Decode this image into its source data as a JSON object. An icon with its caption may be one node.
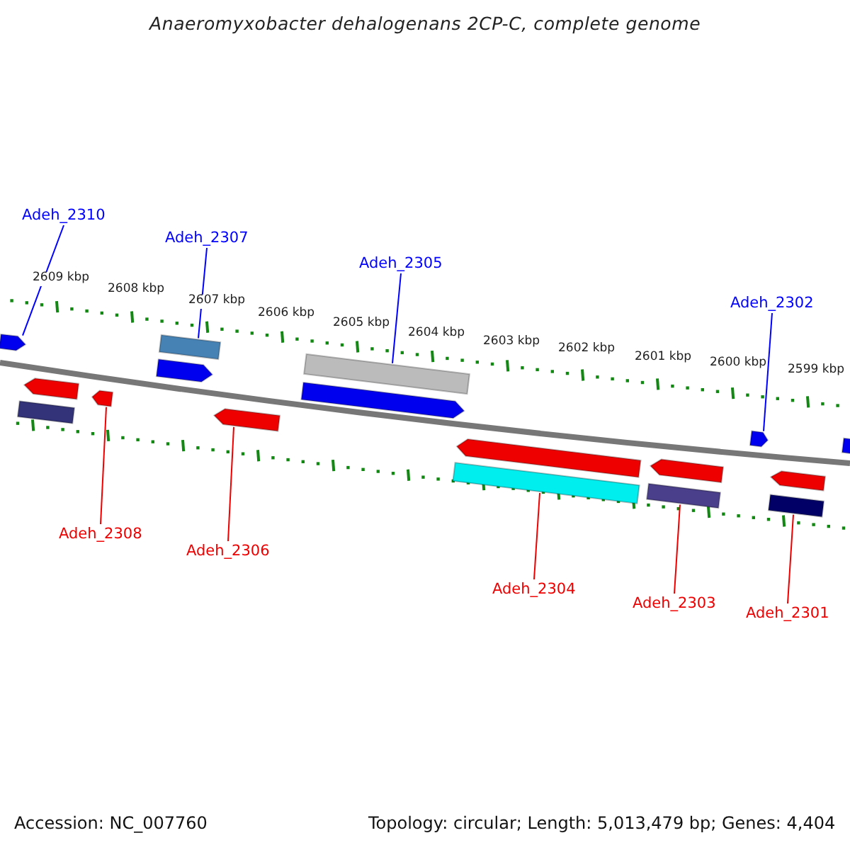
{
  "diagram": {
    "title": "Anaeromyxobacter dehalogenans 2CP-C, complete genome",
    "nodes": [
      {
        "text": [
          "Adeh_2310"
        ]
      },
      {
        "text": [
          "Adeh_2307"
        ]
      },
      {
        "text": [
          "Adeh_2305"
        ]
      },
      {
        "text": [
          "Adeh_2302"
        ]
      },
      {
        "text": [
          "Adeh_2308"
        ]
      },
      {
        "text": [
          "Adeh_2306"
        ]
      },
      {
        "text": [
          "Adeh_2304"
        ]
      },
      {
        "text": [
          "Adeh_2303"
        ]
      },
      {
        "text": [
          "Adeh_2301"
        ]
      },
      {
        "text": [],
        "shape": "pentagon"
      },
      {
        "text": [],
        "shape": "bar"
      },
      {
        "text": [],
        "shape": "pentagon"
      },
      {
        "text": [],
        "shape": "pentagon"
      },
      {
        "text": [],
        "shape": "pentagon"
      },
      {
        "text": [],
        "shape": "bar"
      },
      {
        "text": [],
        "shape": "pentagon"
      },
      {
        "text": [],
        "shape": "pentagon"
      },
      {
        "text": [],
        "shape": "bar"
      },
      {
        "text": [],
        "shape": "bar"
      },
      {
        "text": [],
        "shape": "pentagon"
      },
      {
        "text": [],
        "shape": "bar"
      },
      {
        "text": [],
        "shape": "pentagon"
      },
      {
        "text": [],
        "shape": "pentagon"
      },
      {
        "text": [],
        "shape": "bar"
      },
      {
        "text": [],
        "shape": "pentagon"
      },
      {
        "text": [],
        "shape": "pentagon"
      }
    ],
    "edges": [
      {
        "from": 0,
        "to": 9,
        "arrow": "none",
        "color": "#0000ff"
      },
      {
        "from": 1,
        "to": 14,
        "arrow": "none",
        "color": "#0000ff"
      },
      {
        "from": 2,
        "to": 17,
        "arrow": "none",
        "color": "#0000ff"
      },
      {
        "from": 3,
        "to": 22,
        "arrow": "none",
        "color": "#0000ff"
      },
      {
        "from": 4,
        "to": 12,
        "arrow": "none"
      },
      {
        "from": 5,
        "to": 15,
        "arrow": "none"
      },
      {
        "from": 6,
        "to": 18,
        "arrow": "none"
      },
      {
        "from": 7,
        "to": 20,
        "arrow": "none"
      },
      {
        "from": 8,
        "to": 23,
        "arrow": "none"
      }
    ],
    "labels": [
      "2609 kbp",
      "2608 kbp",
      "2607 kbp",
      "2606 kbp",
      "2605 kbp",
      "2604 kbp",
      "2603 kbp",
      "2602 kbp",
      "2601 kbp",
      "2600 kbp",
      "2599 kbp",
      "Accession: NC_007760",
      "Topology: circular; Length: 5,013,479 bp; Genes: 4,404"
    ]
  }
}
